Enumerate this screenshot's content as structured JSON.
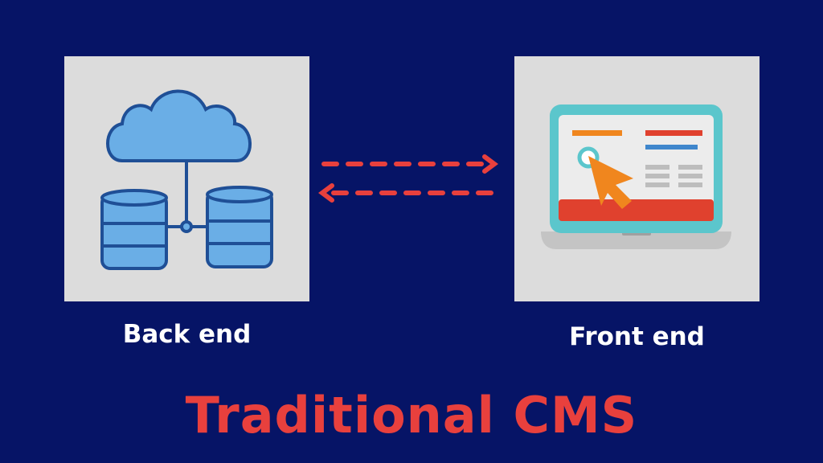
{
  "diagram": {
    "title": "Traditional CMS",
    "nodes": [
      {
        "id": "back-end",
        "label": "Back end",
        "icon": "cloud-database-icon"
      },
      {
        "id": "front-end",
        "label": "Front end",
        "icon": "laptop-cursor-icon"
      }
    ],
    "edges": [
      {
        "from": "back-end",
        "to": "front-end",
        "style": "dashed-arrow-right"
      },
      {
        "from": "front-end",
        "to": "back-end",
        "style": "dashed-arrow-left"
      }
    ],
    "colors": {
      "background": "#061466",
      "panel": "#dcdcdc",
      "accent_red": "#e8403d",
      "cloud_fill": "#6aaee6",
      "cloud_stroke": "#1f4f96",
      "laptop_frame": "#5bc6cc",
      "cursor_orange": "#f0861e"
    }
  }
}
